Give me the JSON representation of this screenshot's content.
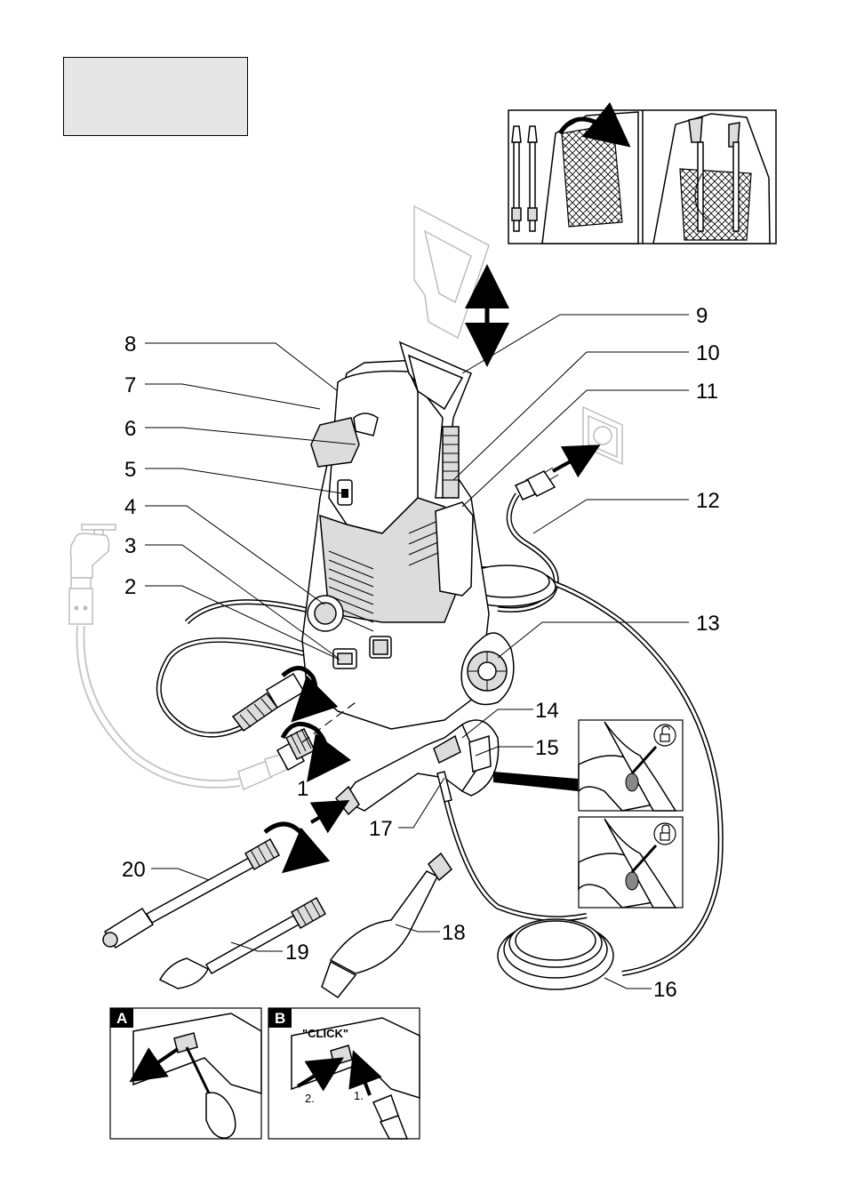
{
  "callouts": {
    "c1": "1",
    "c2": "2",
    "c3": "3",
    "c4": "4",
    "c5": "5",
    "c6": "6",
    "c7": "7",
    "c8": "8",
    "c9": "9",
    "c10": "10",
    "c11": "11",
    "c12": "12",
    "c13": "13",
    "c14": "14",
    "c15": "15",
    "c16": "16",
    "c17": "17",
    "c18": "18",
    "c19": "19",
    "c20": "20"
  },
  "detail_panels": {
    "a_label": "A",
    "b_label": "B",
    "click_text": "\"CLICK\"",
    "step_1": "1.",
    "step_2": "2."
  },
  "icons": [
    "unlock-icon",
    "lock-icon",
    "power-socket-icon",
    "water-tap-icon"
  ],
  "colors": {
    "line": "#000000",
    "ghost": "#bdbdbd",
    "label_box": "#e6e6e6"
  }
}
